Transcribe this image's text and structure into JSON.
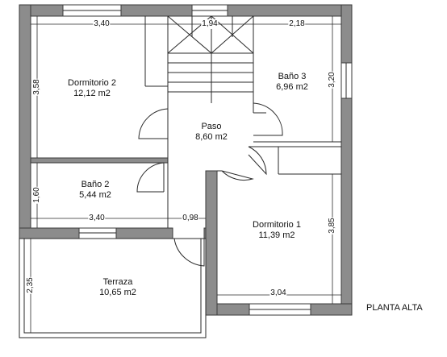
{
  "rooms": {
    "dormitorio2": {
      "name": "Dormitorio 2",
      "area": "12,12 m2"
    },
    "bano3": {
      "name": "Baño 3",
      "area": "6,96 m2"
    },
    "paso": {
      "name": "Paso",
      "area": "8,60 m2"
    },
    "bano2": {
      "name": "Baño 2",
      "area": "5,44 m2"
    },
    "dormitorio1": {
      "name": "Dormitorio 1",
      "area": "11,39 m2"
    },
    "terraza": {
      "name": "Terraza",
      "area": "10,65 m2"
    }
  },
  "dimensions": {
    "d2_width": "3,40",
    "stair_width": "1,94",
    "b3_width": "2,18",
    "d2_height": "3,58",
    "b3_height": "3,20",
    "b2_height": "1,60",
    "b2_width": "3,40",
    "passage_width": "0,98",
    "d1_height": "3,85",
    "terraza_depth": "2,35",
    "d1_width": "3,04"
  },
  "plan_title": "PLANTA ALTA",
  "colors": {
    "wall_fill": "#8c8c8c",
    "line": "#2a2a2a",
    "background": "#ffffff"
  }
}
